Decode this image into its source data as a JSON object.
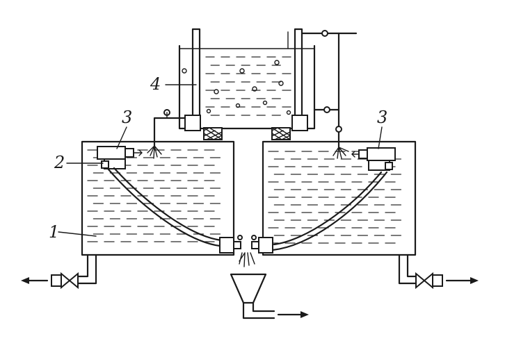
{
  "labels": {
    "rinse_tank": "1",
    "holder": "2",
    "spray_unit_left": "3",
    "spray_unit_right": "3",
    "washing_drum": "4"
  },
  "colors": {
    "ink": "#1a1a1a",
    "paper": "#ffffff"
  }
}
